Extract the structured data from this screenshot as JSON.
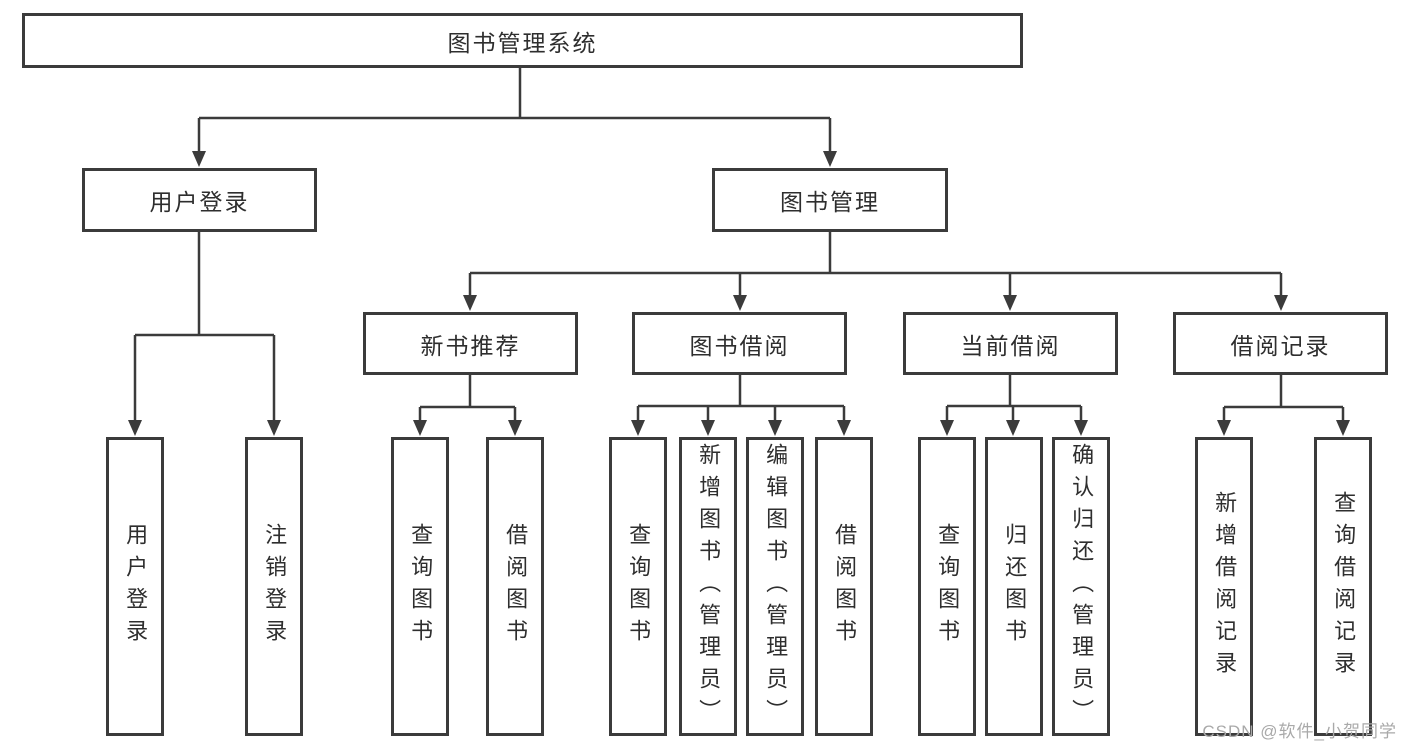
{
  "diagram": {
    "root": {
      "label": "图书管理系统"
    },
    "branches": [
      {
        "label": "用户登录",
        "children": [
          {
            "label": "用户登录"
          },
          {
            "label": "注销登录"
          }
        ]
      },
      {
        "label": "图书管理",
        "children": [
          {
            "label": "新书推荐",
            "children": [
              {
                "label": "查询图书"
              },
              {
                "label": "借阅图书"
              }
            ]
          },
          {
            "label": "图书借阅",
            "children": [
              {
                "label": "查询图书"
              },
              {
                "label": "新增图书（管理员）"
              },
              {
                "label": "编辑图书（管理员）"
              },
              {
                "label": "借阅图书"
              }
            ]
          },
          {
            "label": "当前借阅",
            "children": [
              {
                "label": "查询图书"
              },
              {
                "label": "归还图书"
              },
              {
                "label": "确认归还（管理员）"
              }
            ]
          },
          {
            "label": "借阅记录",
            "children": [
              {
                "label": "新增借阅记录"
              },
              {
                "label": "查询借阅记录"
              }
            ]
          }
        ]
      }
    ],
    "watermark": "CSDN @软件_小贺同学",
    "colors": {
      "line": "#3b3b3b",
      "text": "#2e2e2e",
      "watermark": "#a9a9a9",
      "background": "#ffffff"
    }
  }
}
